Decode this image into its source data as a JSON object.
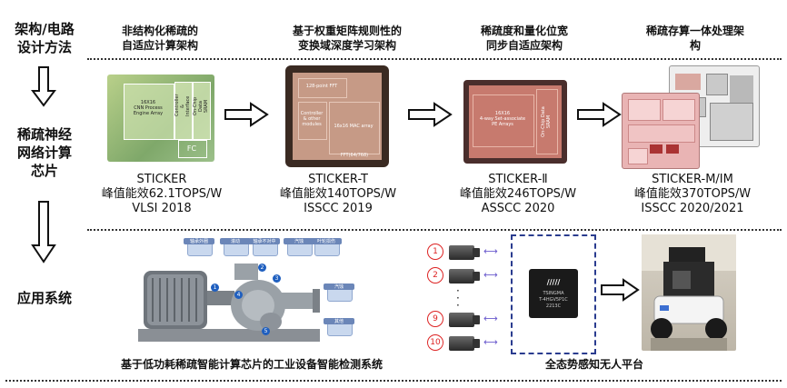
{
  "left_column": {
    "row1_label": "架构/电路\n设计方法",
    "row2_label": "稀疏神经\n网络计算\n芯片",
    "row3_label": "应用系统"
  },
  "columns": [
    {
      "header": "非结构化稀疏的\n自适应计算架构"
    },
    {
      "header": "基于权重矩阵规则性的\n变换域深度学习架构"
    },
    {
      "header": "稀疏度和量化位宽\n同步自适应架构"
    },
    {
      "header": "稀疏存算一体处理架\n构"
    }
  ],
  "chips": [
    {
      "name": "STICKER",
      "efficiency": "峰值能效62.1TOPS/W",
      "venue": "VLSI 2018",
      "inner": [
        "16X16\nCNN Process\nEngine Array",
        "Controller\n& Interface",
        "On-Chip Data\nSRAM",
        "FC"
      ]
    },
    {
      "name": "STICKER-T",
      "efficiency": "峰值能效140TOPS/W",
      "venue": "ISSCC 2019",
      "inner": [
        "128-point FFT",
        "16x16 MAC array",
        "Controller\n& other\nmodules",
        "FFT(64/768)"
      ]
    },
    {
      "name": "STICKER-Ⅱ",
      "efficiency": "峰值能效246TOPS/W",
      "venue": "ASSCC 2020",
      "inner": [
        "16X16\n4-way Set-associate\nPE Arrays",
        "On-Chip Data\nSRAM"
      ]
    },
    {
      "name": "STICKER-M/IM",
      "efficiency": "峰值能效370TOPS/W",
      "venue": "ISSCC 2020/2021",
      "inner": []
    }
  ],
  "applications": {
    "industrial_caption": "基于低功耗稀疏智能计算芯片的工业设备智能检测系统",
    "robot_caption": "全态势感知无人平台",
    "camera_numbers": [
      "1",
      "2",
      "9",
      "10"
    ],
    "bubble_labels": [
      "轴承外圈",
      "滚动",
      "轴承不对中",
      "汽蚀",
      "叶轮损伤",
      "汽蚀",
      "其他"
    ],
    "pump_points": [
      "1",
      "2",
      "3",
      "4",
      "5"
    ],
    "chip_text": [
      "TSINGMA",
      "T-4HGV5P1C",
      "2213C"
    ]
  },
  "colors": {
    "accent_red": "#dd2222",
    "dashed_blue": "#2a3c8f",
    "chip_pink": "#e9b4b4"
  }
}
